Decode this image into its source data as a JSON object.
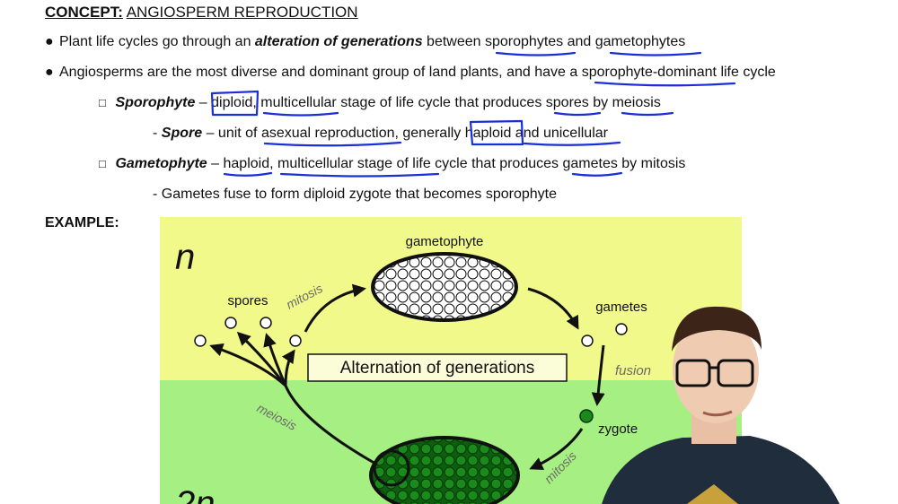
{
  "header": {
    "concept_label": "CONCEPT:",
    "concept_title": "ANGIOSPERM REPRODUCTION"
  },
  "bullets": [
    {
      "pre": "Plant life cycles go through an ",
      "emph": "alteration of generations",
      "post": " between sporophytes and gametophytes"
    },
    {
      "text": "Angiosperms are the most diverse and dominant group of land plants, and have a sporophyte-dominant life cycle"
    }
  ],
  "sporophyte": {
    "term": "Sporophyte",
    "definition": " – diploid, multicellular stage of life cycle that produces spores by meiosis"
  },
  "spore": {
    "term": "Spore",
    "definition": " – unit of asexual reproduction, generally haploid and unicellular"
  },
  "gametophyte": {
    "term": "Gametophyte",
    "definition": " – haploid, multicellular stage of life cycle that produces gametes by mitosis"
  },
  "gamete_note": "- Gametes fuse to form diploid zygote that becomes sporophyte",
  "example_label": "EXAMPLE:",
  "diagram": {
    "haploid_label": "n",
    "diploid_label": "2n",
    "gametophyte_label": "gametophyte",
    "spores_label": "spores",
    "gametes_label": "gametes",
    "zygote_label": "zygote",
    "mitosis_top_label": "mitosis",
    "mitosis_bottom_label": "mitosis",
    "fusion_label": "fusion",
    "meiosis_label": "meiosis",
    "center_title": "Alternation of generations",
    "colors": {
      "haploid_bg": "#f1f98a",
      "diploid_bg": "#a6ef82",
      "dark_green": "#1b7a1b",
      "annotation_blue": "#1a2fd6"
    }
  },
  "icons": [
    "bullet-dot",
    "open-square-bullet",
    "video-presenter-image"
  ]
}
